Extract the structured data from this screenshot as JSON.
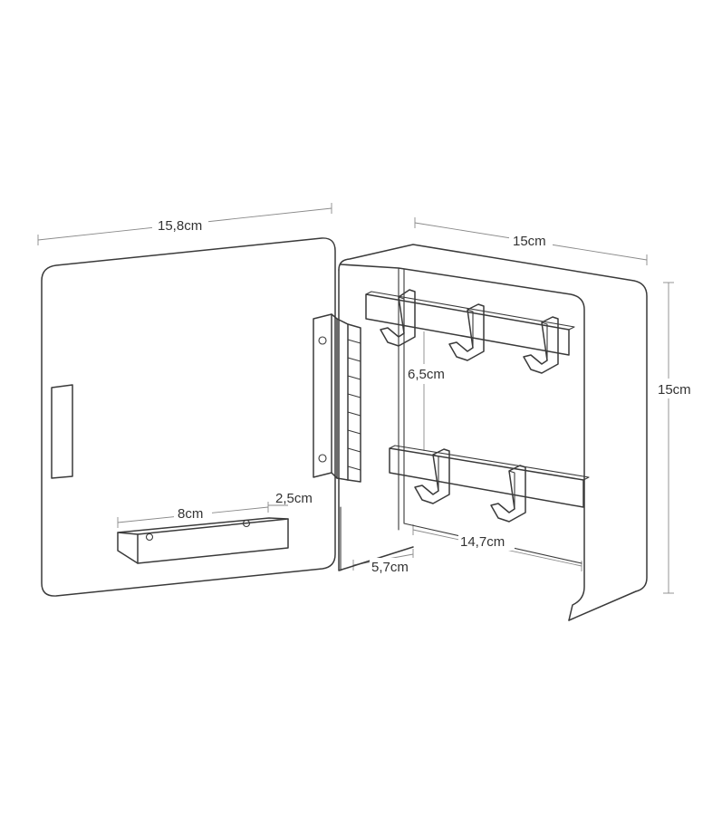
{
  "dimensions": {
    "door_width": "15,8cm",
    "box_width": "15cm",
    "box_height": "15cm",
    "hook_spacing": "6,5cm",
    "rail_length": "14,7cm",
    "box_depth": "5,7cm",
    "tray_width": "8cm",
    "tray_depth": "2,5cm"
  }
}
